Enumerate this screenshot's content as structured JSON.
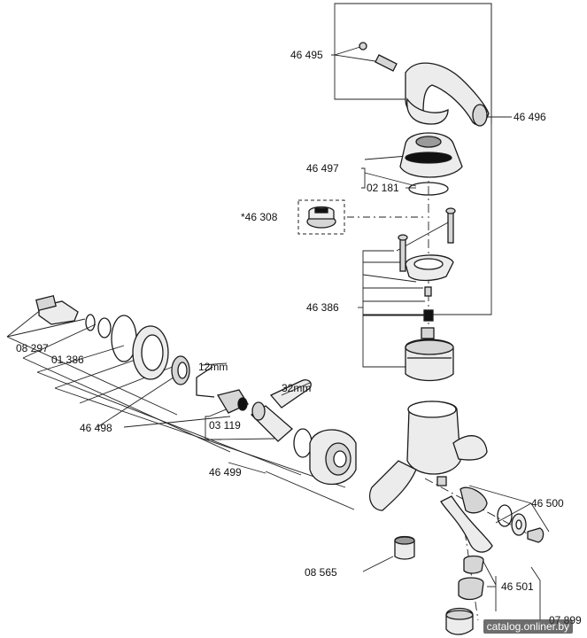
{
  "labels": {
    "p46495": "46 495",
    "p46496": "46 496",
    "p46497": "46 497",
    "p02181": "02 181",
    "p46308": "*46 308",
    "p46386": "46 386",
    "p08297": "08 297",
    "p01386": "01 386",
    "p46498": "46 498",
    "p03119": "03 119",
    "p46499": "46 499",
    "p46500": "46 500",
    "p08565": "08 565",
    "p46501": "46 501",
    "p07899": "07 899",
    "tool12": "12mm",
    "tool32": "32mm"
  },
  "watermark": "catalog.onliner.by"
}
